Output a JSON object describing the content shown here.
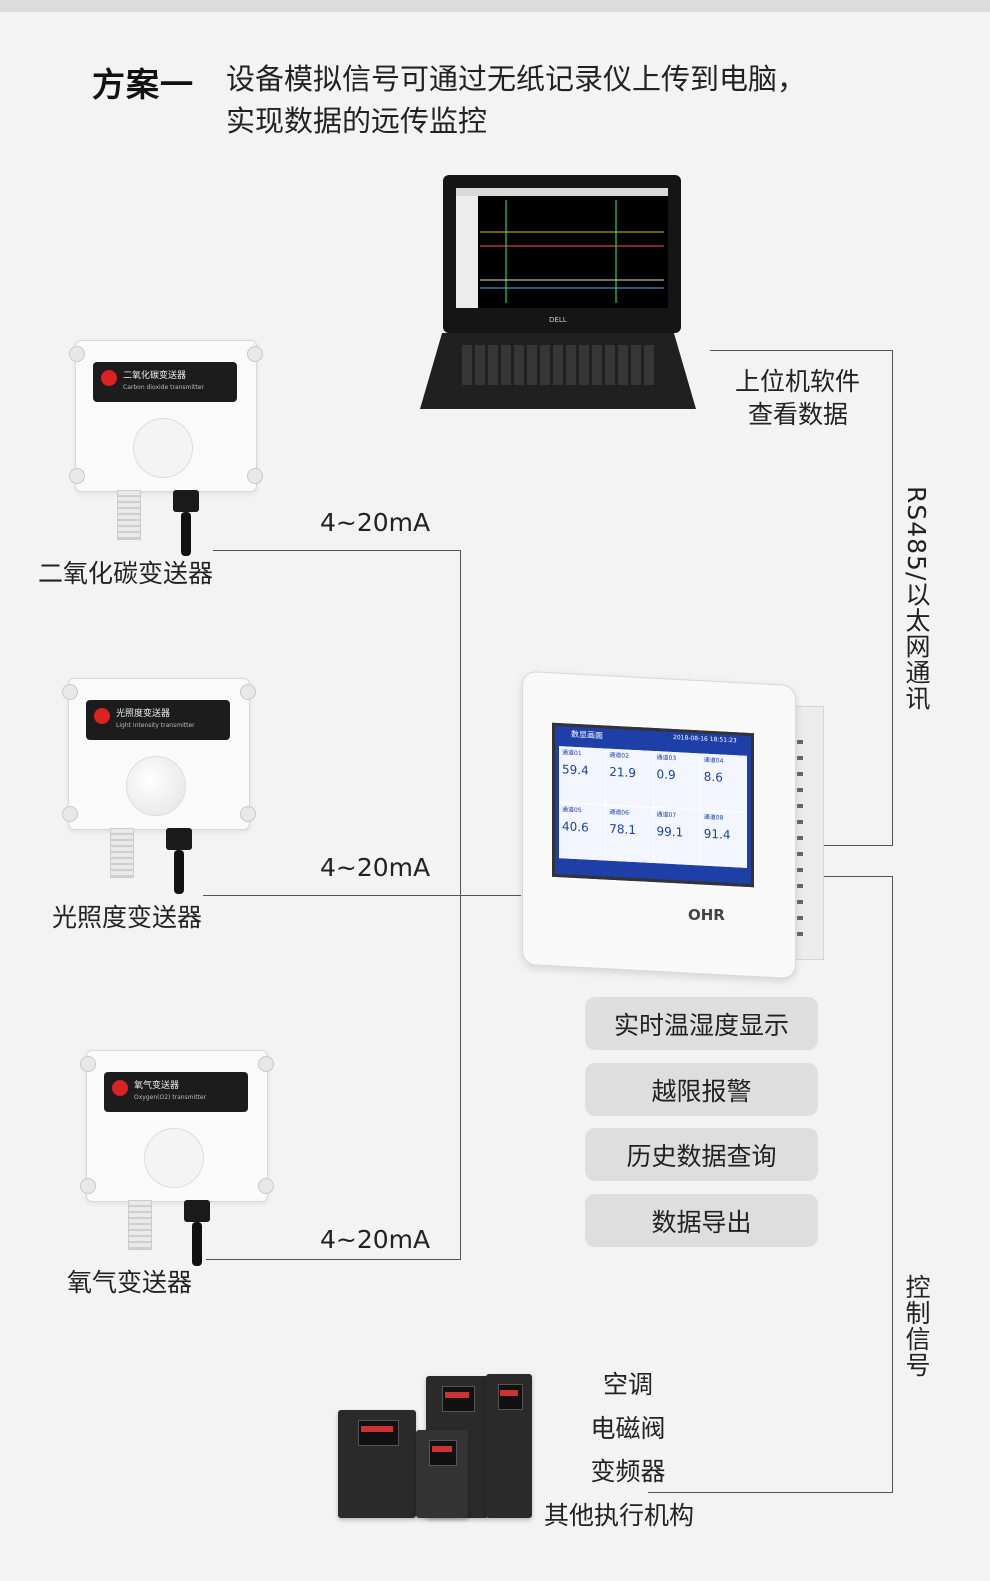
{
  "header": {
    "tag": "方案一",
    "line1": "设备模拟信号可通过无纸记录仪上传到电脑，",
    "line2": "实现数据的远传监控"
  },
  "pc": {
    "label_line1": "上位机软件",
    "label_line2": "查看数据"
  },
  "comm_label": "RS485/以太网通讯",
  "control_label": "控制信号",
  "sensors": [
    {
      "name": "二氧化碳变送器",
      "signal": "4~20mA",
      "badge": "二氧化碳变送器",
      "badge_sub": "Carbon dioxide transmitter"
    },
    {
      "name": "光照度变送器",
      "signal": "4~20mA",
      "badge": "光照度变送器",
      "badge_sub": "Light intensity transmitter"
    },
    {
      "name": "氧气变送器",
      "signal": "4~20mA",
      "badge": "氧气变送器",
      "badge_sub": "Oxygen(O2) transmitter"
    }
  ],
  "recorder": {
    "brand": "OHR",
    "screen_title": "数显画面",
    "datetime": "2018-08-16 18:51:23",
    "channels": [
      {
        "name": "通道01",
        "value": "59.4"
      },
      {
        "name": "通道02",
        "value": "21.9"
      },
      {
        "name": "通道03",
        "value": "0.9"
      },
      {
        "name": "通道04",
        "value": "8.6"
      },
      {
        "name": "通道05",
        "value": "40.6"
      },
      {
        "name": "通道06",
        "value": "78.1"
      },
      {
        "name": "通道07",
        "value": "99.1"
      },
      {
        "name": "通道08",
        "value": "91.4"
      }
    ]
  },
  "features": [
    "实时温湿度显示",
    "越限报警",
    "历史数据查询",
    "数据导出"
  ],
  "actuators": [
    "空调",
    "电磁阀",
    "变频器",
    "其他执行机构"
  ],
  "laptop_brand": "DELL"
}
